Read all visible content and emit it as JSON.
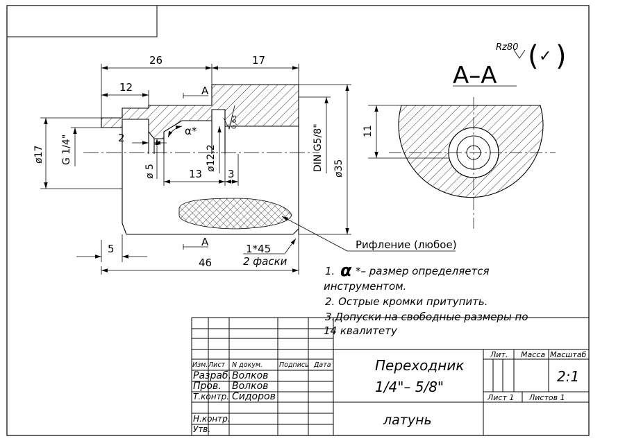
{
  "dimensions": {
    "d26": "26",
    "d17": "17",
    "d12": "12",
    "d2": "2",
    "d13": "13",
    "d3": "3",
    "d5": "5",
    "d46": "46",
    "d11": "11",
    "phi17": "ø17",
    "g14": "G 1/4\"",
    "phi5": "ø 5",
    "phi12": "ø12,2",
    "r063": "0,63",
    "din": "DIN G5/8\"",
    "phi35": "ø35",
    "alpha": "α*",
    "chamfer": "1*45",
    "chamfer_note": "2 фаски"
  },
  "section": {
    "mark": "A",
    "title": "A–A",
    "roughness": "Rz80",
    "roughness_check": "✓"
  },
  "knurl_label": "Рифление (любое)",
  "notes": {
    "n1_prefix": "1.",
    "n1_symbol": "α",
    "n1_text": "*– размер определяется",
    "n1_cont": "инструментом.",
    "n2": "2.  Острые кромки притупить.",
    "n3": "3.Допуски на свободные размеры по",
    "n3_cont": "14  квалитету"
  },
  "title_block": {
    "col_izm": "Изм.",
    "col_list": "Лист",
    "col_ndoc": "N  докум.",
    "col_podp": "Подпись",
    "col_data": "Дата",
    "razrab_label": "Разраб.",
    "razrab_name": "Волков",
    "prov_label": "Пров.",
    "prov_name": "Волков",
    "tkontr_label": "Т.контр.",
    "tkontr_name": "Сидоров",
    "nkontr_label": "Н.контр.",
    "utv_label": "Утв.",
    "name_line1": "Переходник",
    "name_line2": "1/4\"–  5/8\"",
    "lit": "Лит.",
    "massa": "Масса",
    "masshtab": "Масштаб",
    "scale_value": "2:1",
    "sheet": "Лист 1",
    "sheets": "Листов 1",
    "material": "латунь"
  }
}
